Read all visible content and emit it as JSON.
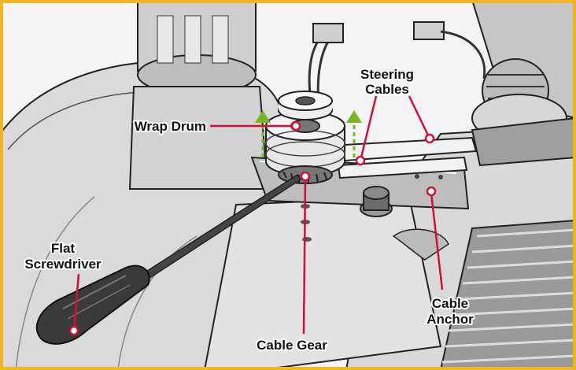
{
  "labels": {
    "steering_cables": [
      "Steering",
      "Cables"
    ],
    "wrap_drum": "Wrap Drum",
    "flat_screwdriver": [
      "Flat",
      "Screwdriver"
    ],
    "cable_anchor": [
      "Cable",
      "Anchor"
    ],
    "cable_gear": "Cable Gear"
  },
  "colors": {
    "border": "#f2b52a",
    "callout": "#d0103a",
    "arrow": "#7ab51d",
    "part_fill": "#e6e6e6",
    "part_dark": "#555555",
    "outline": "#222222"
  }
}
